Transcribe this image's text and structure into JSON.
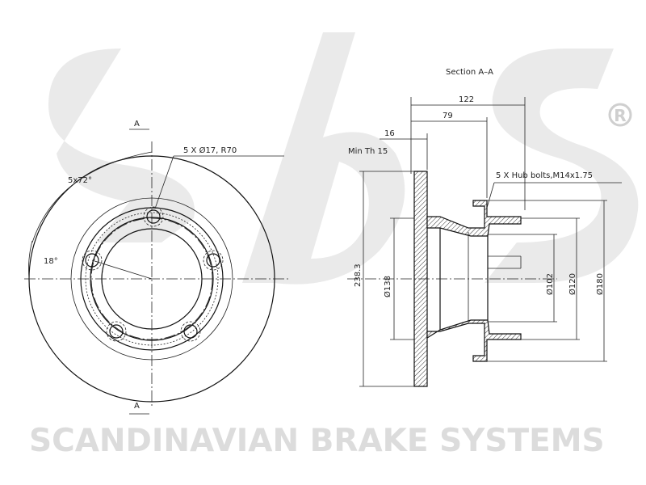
{
  "brand": {
    "watermark_text": "SCANDINAVIAN BRAKE SYSTEMS",
    "registered_mark": "R"
  },
  "drawing": {
    "section_title": "Section A–A",
    "section_marker_top": "A",
    "section_marker_bottom": "A",
    "bolt_angle": "5x72°",
    "offset_angle": "18°",
    "bolt_holes": "5 X Ø17, R70",
    "dim_overall_depth": "122",
    "dim_hub_depth": "79",
    "dim_thickness": "16",
    "min_thickness": "Min Th 15",
    "hub_bolts": "5 X Hub bolts,M14x1.75",
    "dim_outer_diameter": "238.3",
    "dim_d138": "Ø138",
    "dim_d102": "Ø102",
    "dim_d120": "Ø120",
    "dim_d180": "Ø180"
  }
}
